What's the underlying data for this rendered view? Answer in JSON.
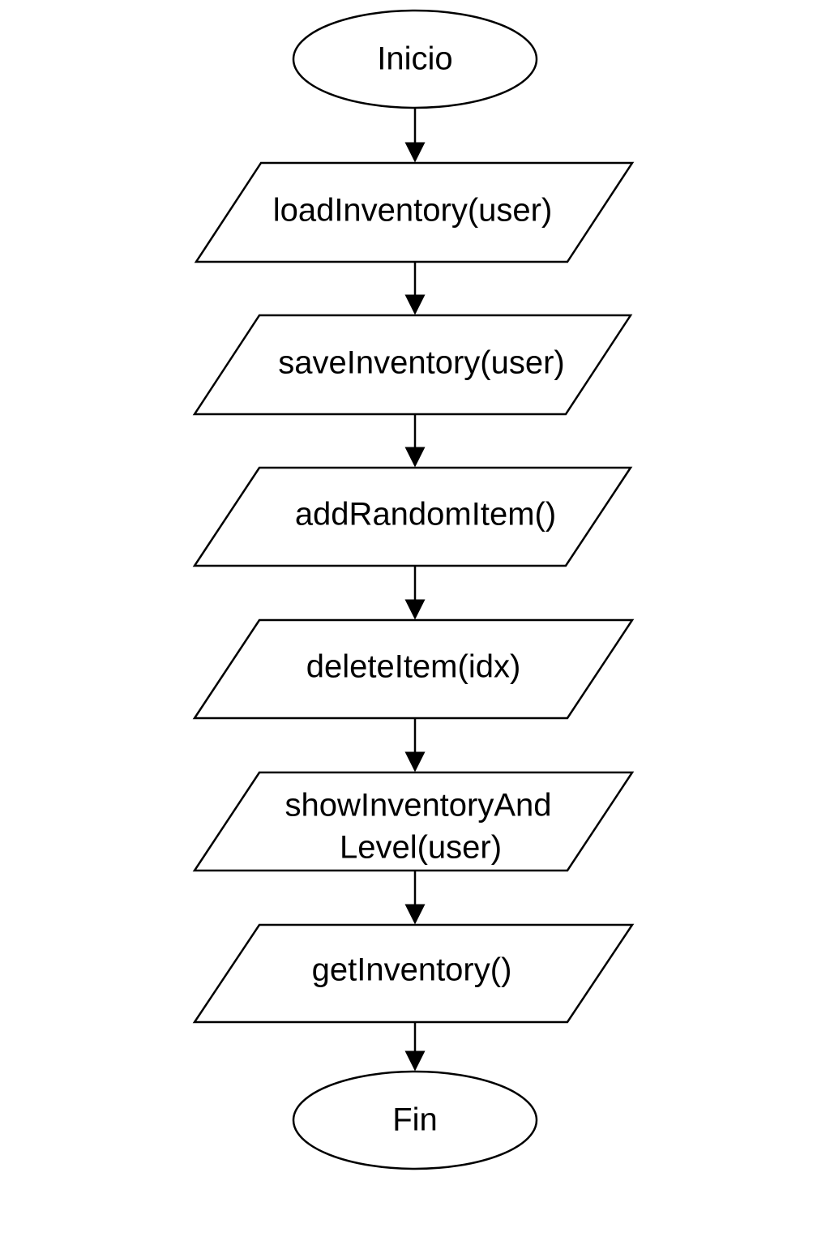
{
  "diagram": {
    "start": {
      "label": "Inicio",
      "shape": "ellipse"
    },
    "steps": [
      {
        "lines": [
          "loadInventory(user)"
        ],
        "shape": "parallelogram"
      },
      {
        "lines": [
          "saveInventory(user)"
        ],
        "shape": "parallelogram"
      },
      {
        "lines": [
          "addRandomItem()"
        ],
        "shape": "parallelogram"
      },
      {
        "lines": [
          "deleteItem(idx)"
        ],
        "shape": "parallelogram"
      },
      {
        "lines": [
          "showInventoryAnd",
          "Level(user)"
        ],
        "shape": "parallelogram"
      },
      {
        "lines": [
          "getInventory()"
        ],
        "shape": "parallelogram"
      }
    ],
    "end": {
      "label": "Fin",
      "shape": "ellipse"
    },
    "colors": {
      "stroke": "#000000",
      "fill": "#ffffff",
      "text": "#000000"
    }
  }
}
